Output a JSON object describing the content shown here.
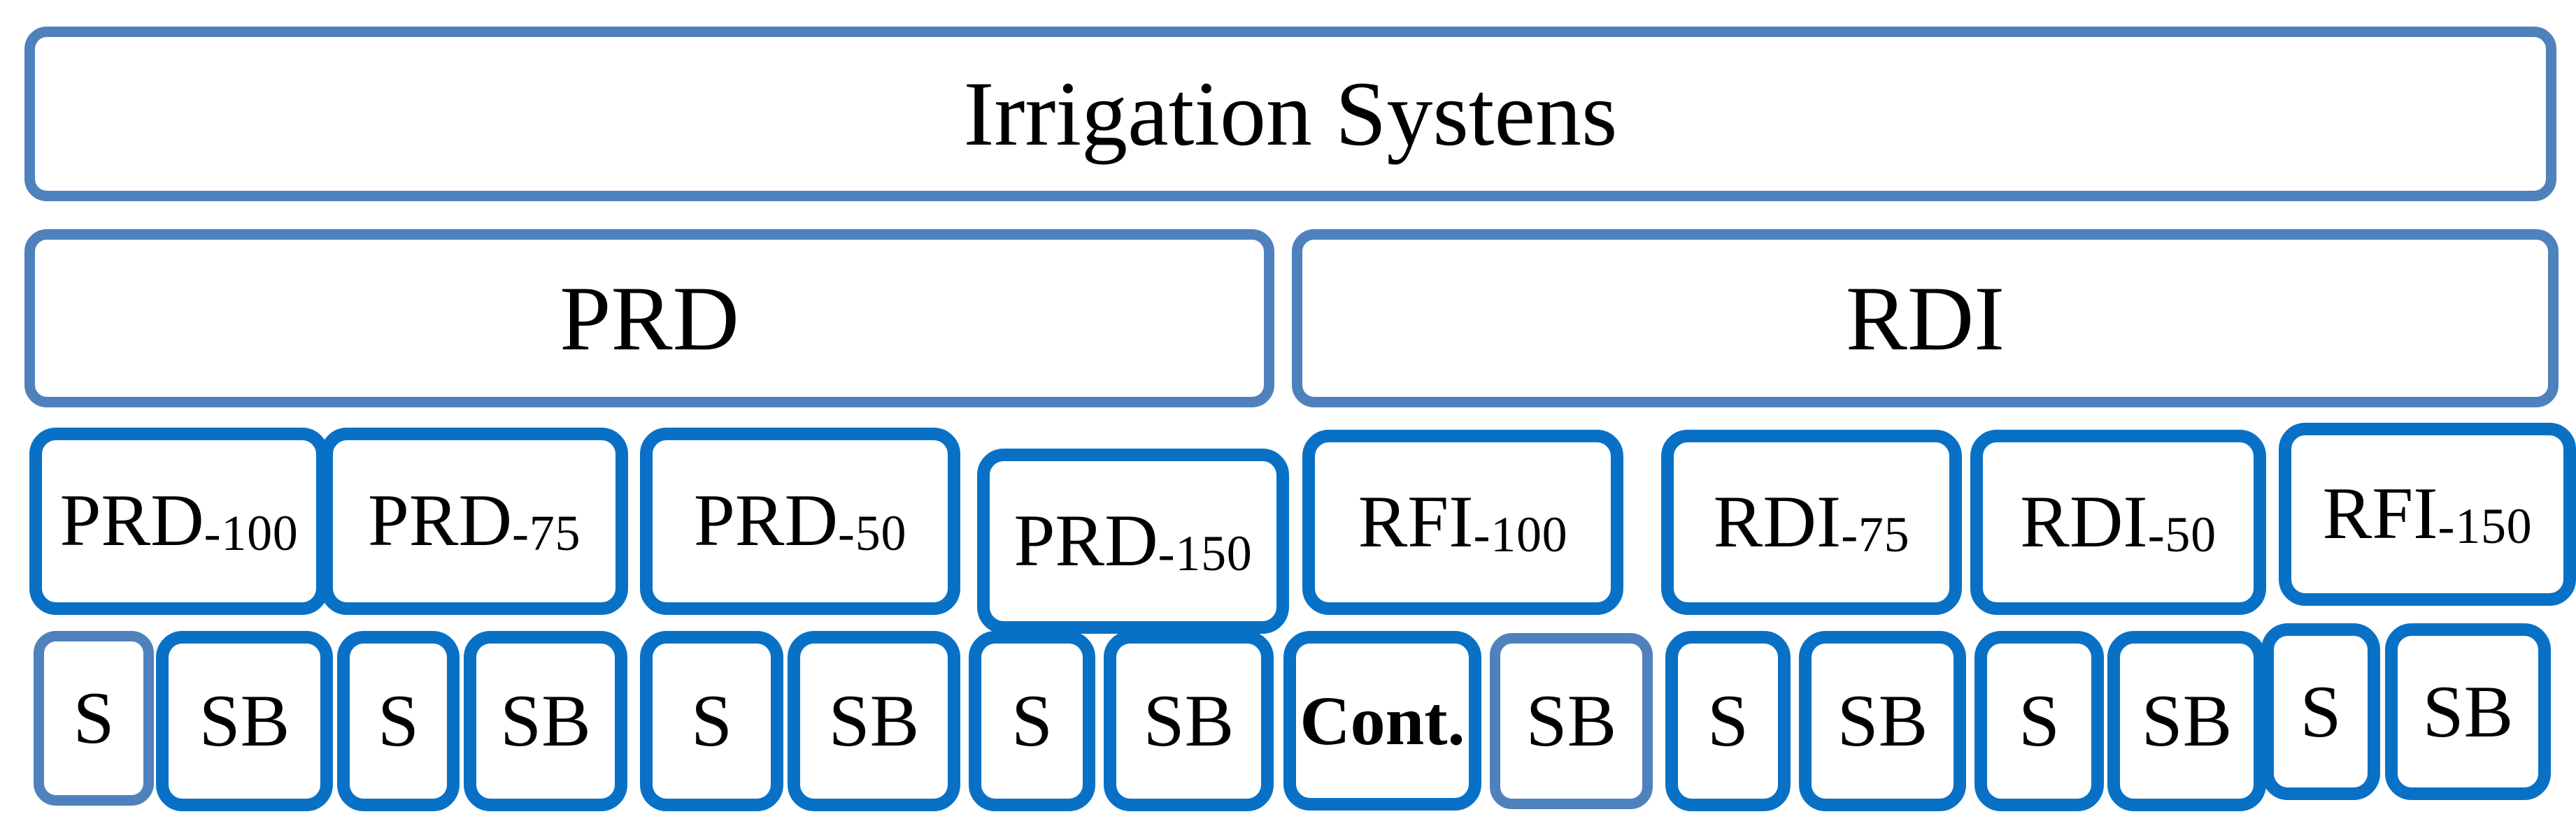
{
  "diagram": {
    "title": "Irrigation Systens",
    "level2": [
      {
        "label": "PRD"
      },
      {
        "label": "RDI"
      }
    ],
    "level3": [
      {
        "main": "PRD",
        "sub": "-100"
      },
      {
        "main": "PRD",
        "sub": "-75"
      },
      {
        "main": "PRD",
        "sub": "-50"
      },
      {
        "main": "PRD",
        "sub": "-150"
      },
      {
        "main": "RFI",
        "sub": "-100"
      },
      {
        "main": "RDI",
        "sub": "-75"
      },
      {
        "main": "RDI",
        "sub": "-50"
      },
      {
        "main": "RFI",
        "sub": "-150"
      }
    ],
    "level4": [
      {
        "label": "S"
      },
      {
        "label": "SB"
      },
      {
        "label": "S"
      },
      {
        "label": "SB"
      },
      {
        "label": "S"
      },
      {
        "label": "SB"
      },
      {
        "label": "S"
      },
      {
        "label": "SB"
      },
      {
        "label": "Cont."
      },
      {
        "label": "SB"
      },
      {
        "label": "S"
      },
      {
        "label": "SB"
      },
      {
        "label": "S"
      },
      {
        "label": "SB"
      },
      {
        "label": "S"
      },
      {
        "label": "SB"
      }
    ]
  },
  "colors": {
    "light_border": "#4f81bd",
    "dark_border": "#0871c6",
    "text": "#000000",
    "background": "#ffffff"
  }
}
